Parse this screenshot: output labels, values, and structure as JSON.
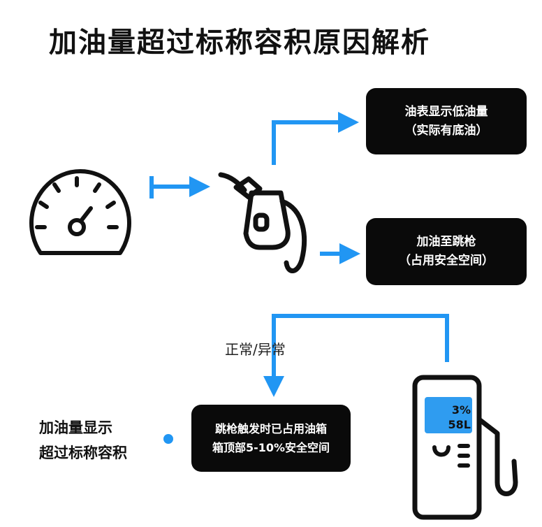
{
  "title": "加油量超过标称容积原因解析",
  "boxes": {
    "gauge_low": {
      "line1": "油表显示低油量",
      "line2": "（实际有底油）"
    },
    "to_click": {
      "line1": "加油至跳枪",
      "line2": "（占用安全空间）"
    },
    "trigger": {
      "line1": "跳枪触发时已占用油箱",
      "line2": "箱顶部5-10%安全空间"
    }
  },
  "loop_label": "正常/异常",
  "side_note": {
    "line1": "加油量显示",
    "line2": "超过标称容积"
  },
  "pump_screen": {
    "percent": "3%",
    "volume": "58",
    "volume_unit": "L"
  },
  "colors": {
    "arrow": "#2196f3",
    "box": "#0a0a0a",
    "screen": "#2f9cf0"
  },
  "icons": [
    "fuel-gauge-icon",
    "fuel-nozzle-icon",
    "fuel-pump-icon"
  ]
}
